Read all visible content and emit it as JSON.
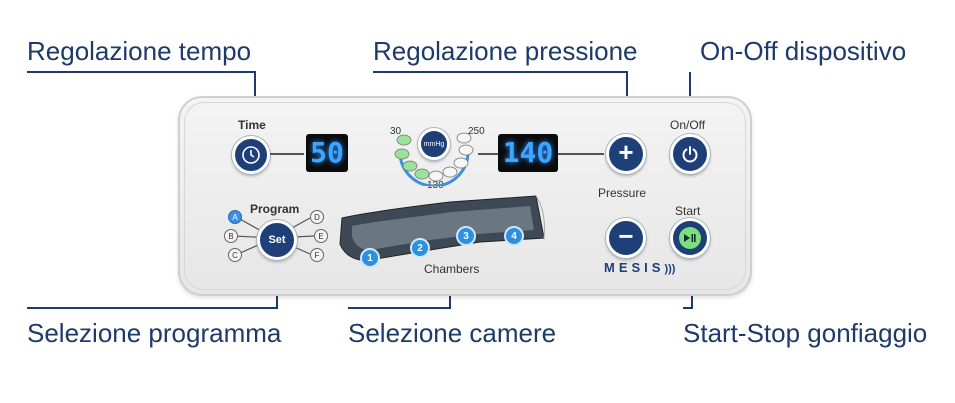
{
  "callouts": {
    "time": "Regolazione tempo",
    "pressure": "Regolazione pressione",
    "power": "On-Off dispositivo",
    "program": "Selezione programma",
    "chambers": "Selezione camere",
    "start": "Start-Stop gonfiaggio"
  },
  "panel": {
    "time_label": "Time",
    "time_value": "50",
    "gauge_min": "30",
    "gauge_max": "250",
    "gauge_bottom": "130",
    "gauge_unit": "mmHg",
    "pressure_value": "140",
    "pressure_label": "Pressure",
    "onoff_label": "On/Off",
    "start_label": "Start",
    "program_label": "Program",
    "set_label": "Set",
    "programs": [
      "A",
      "B",
      "C",
      "D",
      "E",
      "F"
    ],
    "chambers_label": "Chambers",
    "chambers": [
      "1",
      "2",
      "3",
      "4"
    ],
    "brand": "MESIS",
    "plus_symbol": "+",
    "minus_symbol": "−"
  },
  "colors": {
    "callout_text": "#1d3a6a",
    "button": "#1e3f78",
    "display_digits": "#3ea6ff",
    "start_button": "#7be07b",
    "gauge_green": "#9be39b",
    "gauge_blue": "#3d8fe0"
  }
}
